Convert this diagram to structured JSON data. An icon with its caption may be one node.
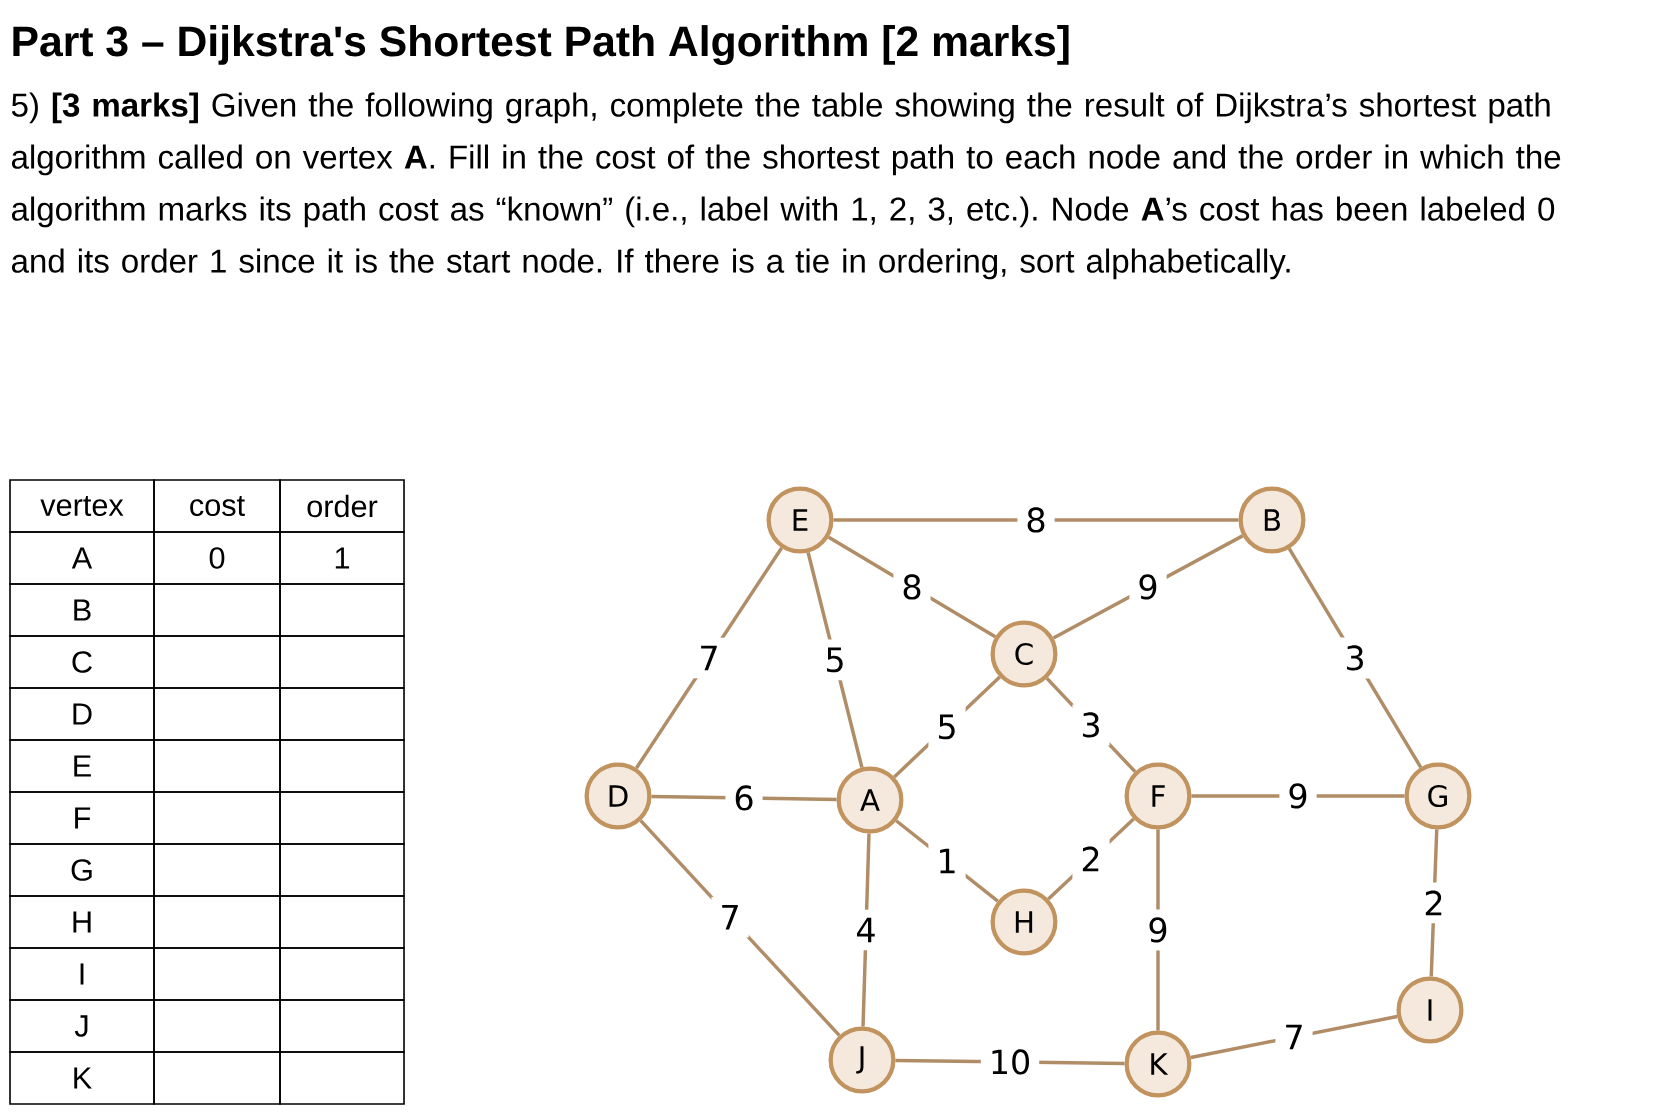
{
  "diagram": {
    "title": "Part 3 – Dijkstra's Shortest Path Algorithm [2 marks]",
    "nodes": [
      {
        "text": [
          "E"
        ]
      },
      {
        "text": [
          "B"
        ]
      },
      {
        "text": [
          "C"
        ]
      },
      {
        "text": [
          "D"
        ]
      },
      {
        "text": [
          "A"
        ]
      },
      {
        "text": [
          "F"
        ]
      },
      {
        "text": [
          "G"
        ]
      },
      {
        "text": [
          "H"
        ]
      },
      {
        "text": [
          "I"
        ]
      },
      {
        "text": [
          "J"
        ]
      },
      {
        "text": [
          "K"
        ]
      }
    ],
    "edges": [
      {
        "from": 0,
        "to": 1,
        "arrow": "none",
        "label": "8"
      },
      {
        "from": 0,
        "to": 2,
        "arrow": "none",
        "label": "8"
      },
      {
        "from": 1,
        "to": 2,
        "arrow": "none",
        "label": "9"
      },
      {
        "from": 0,
        "to": 3,
        "arrow": "none",
        "label": "7"
      },
      {
        "from": 0,
        "to": 4,
        "arrow": "none",
        "label": "5"
      },
      {
        "from": 1,
        "to": 6,
        "arrow": "none",
        "label": "3"
      },
      {
        "from": 2,
        "to": 4,
        "arrow": "none",
        "label": "5"
      },
      {
        "from": 2,
        "to": 5,
        "arrow": "none",
        "label": "3"
      },
      {
        "from": 3,
        "to": 4,
        "arrow": "none",
        "label": "6"
      },
      {
        "from": 5,
        "to": 6,
        "arrow": "none",
        "label": "9"
      },
      {
        "from": 4,
        "to": 7,
        "arrow": "none",
        "label": "1"
      },
      {
        "from": 7,
        "to": 5,
        "arrow": "none",
        "label": "2"
      },
      {
        "from": 6,
        "to": 8,
        "arrow": "none",
        "label": "2"
      },
      {
        "from": 3,
        "to": 9,
        "arrow": "none",
        "label": "7"
      },
      {
        "from": 4,
        "to": 9,
        "arrow": "none",
        "label": "4"
      },
      {
        "from": 5,
        "to": 10,
        "arrow": "none",
        "label": "9"
      },
      {
        "from": 9,
        "to": 10,
        "arrow": "none",
        "label": "10"
      },
      {
        "from": 10,
        "to": 8,
        "arrow": "none",
        "label": "7"
      }
    ],
    "labels": [
      "5) **[3 marks]** Given the following graph, complete the table showing the result of Dijkstra’s shortest path algorithm called on vertex **A**. Fill in the cost of the shortest path to each node and the order in which the algorithm marks its path cost as “known” (i.e., label with 1, 2, 3, etc.). Node **A**’s cost has been labeled 0 and its order 1 since it is the start node. If there is a tie in ordering, sort alphabetically.",
      "vertex",
      "cost",
      "order",
      "A",
      "0",
      "1",
      "B",
      "C",
      "D",
      "E",
      "F",
      "G",
      "H",
      "I",
      "J",
      "K"
    ]
  }
}
